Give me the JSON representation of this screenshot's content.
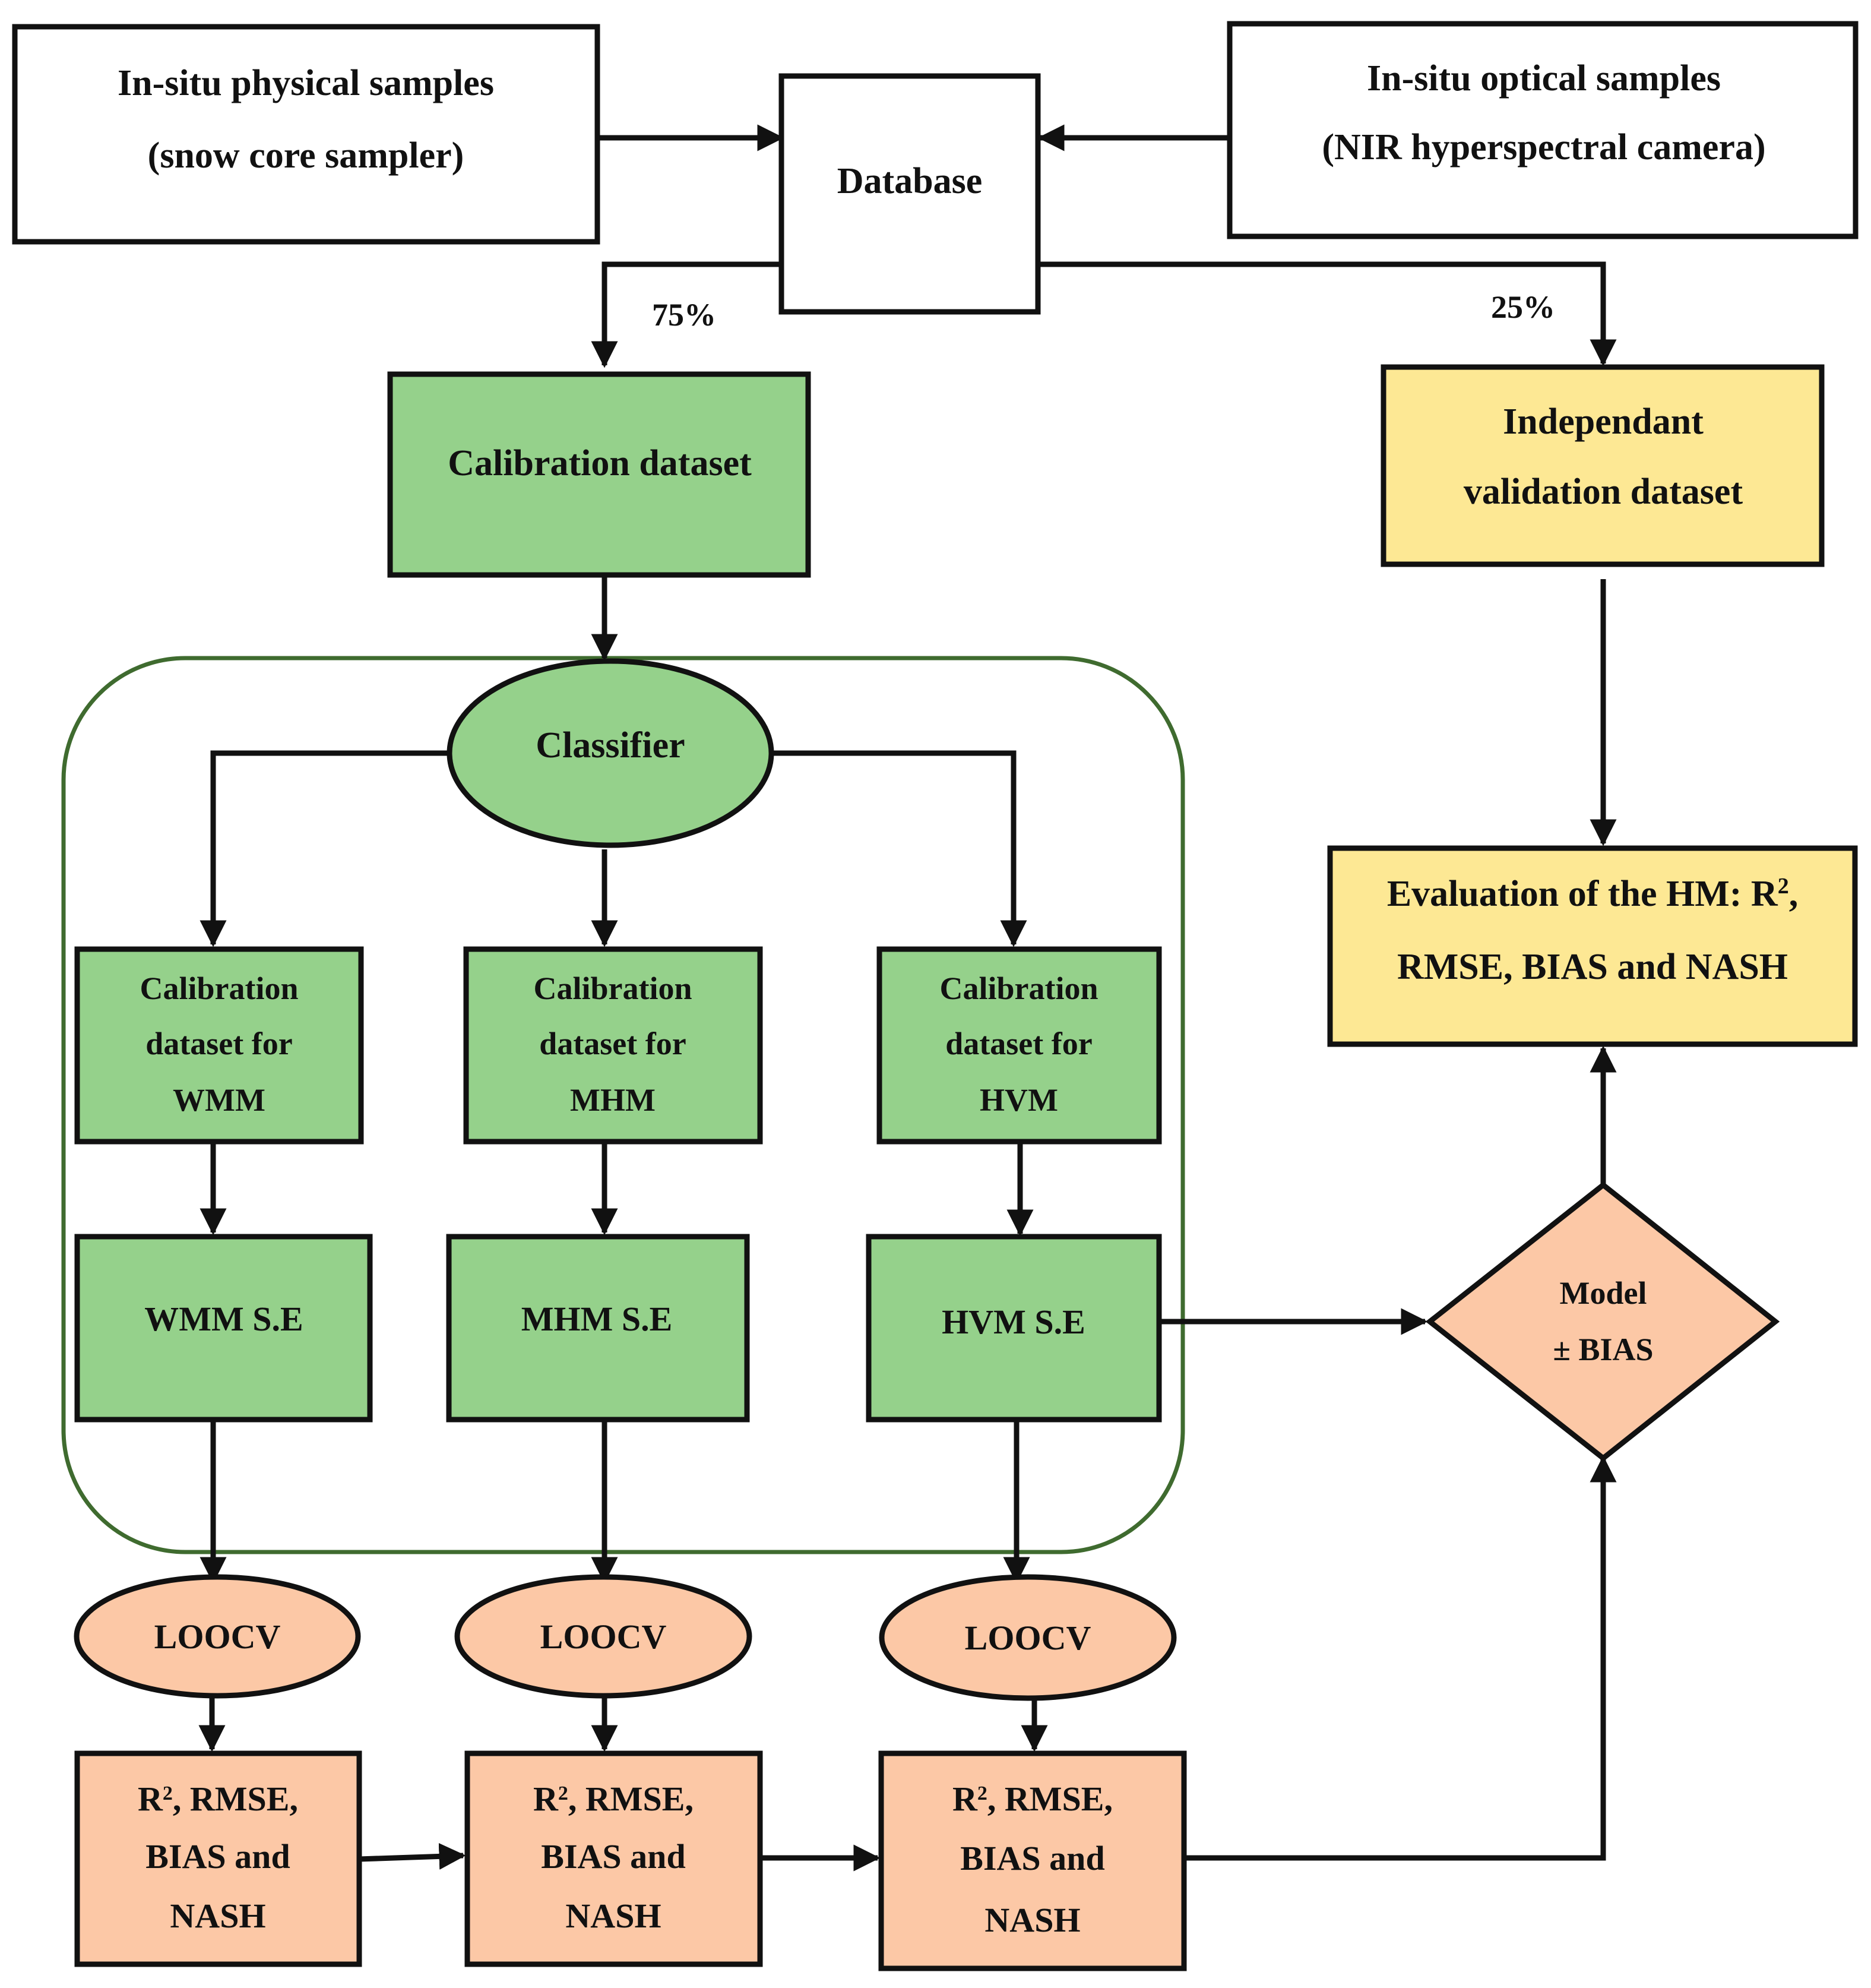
{
  "colors": {
    "white": "#ffffff",
    "green": "#95d18b",
    "yellow": "#fde894",
    "salmon": "#fcc8a6",
    "container_border": "#3f6b2f",
    "stroke": "#111111"
  },
  "nodes": {
    "physical": {
      "line1": "In-situ physical samples",
      "line2": "(snow core sampler)"
    },
    "optical": {
      "line1": "In-situ optical samples",
      "line2": "(NIR hyperspectral camera)"
    },
    "database": {
      "label": "Database"
    },
    "calibration": {
      "label": "Calibration dataset"
    },
    "validation": {
      "line1": "Independant",
      "line2": "validation dataset"
    },
    "classifier": {
      "label": "Classifier"
    },
    "cal_wmm": {
      "line1": "Calibration",
      "line2": "dataset for",
      "line3": "WMM"
    },
    "cal_mhm": {
      "line1": "Calibration",
      "line2": "dataset for",
      "line3": "MHM"
    },
    "cal_hvm": {
      "line1": "Calibration",
      "line2": "dataset for",
      "line3": "HVM"
    },
    "se_wmm": {
      "label": "WMM S.E"
    },
    "se_mhm": {
      "label": "MHM S.E"
    },
    "se_hvm": {
      "label": "HVM S.E"
    },
    "loocv_1": {
      "label": "LOOCV"
    },
    "loocv_2": {
      "label": "LOOCV"
    },
    "loocv_3": {
      "label": "LOOCV"
    },
    "metrics_1": {
      "line1a": "R",
      "sup": "2",
      "line1b": ", RMSE,",
      "line2": "BIAS and",
      "line3": "NASH"
    },
    "metrics_2": {
      "line1a": "R",
      "sup": "2",
      "line1b": ", RMSE,",
      "line2": "BIAS and",
      "line3": "NASH"
    },
    "metrics_3": {
      "line1a": "R",
      "sup": "2",
      "line1b": ", RMSE,",
      "line2": "BIAS and",
      "line3": "NASH"
    },
    "model": {
      "line1": "Model",
      "line2": "± BIAS"
    },
    "evaluation": {
      "line1a": "Evaluation of the HM: R",
      "sup": "2",
      "line1b": ",",
      "line2": "RMSE, BIAS and NASH"
    }
  },
  "edges": {
    "split_calibration": "75%",
    "split_validation": "25%"
  }
}
